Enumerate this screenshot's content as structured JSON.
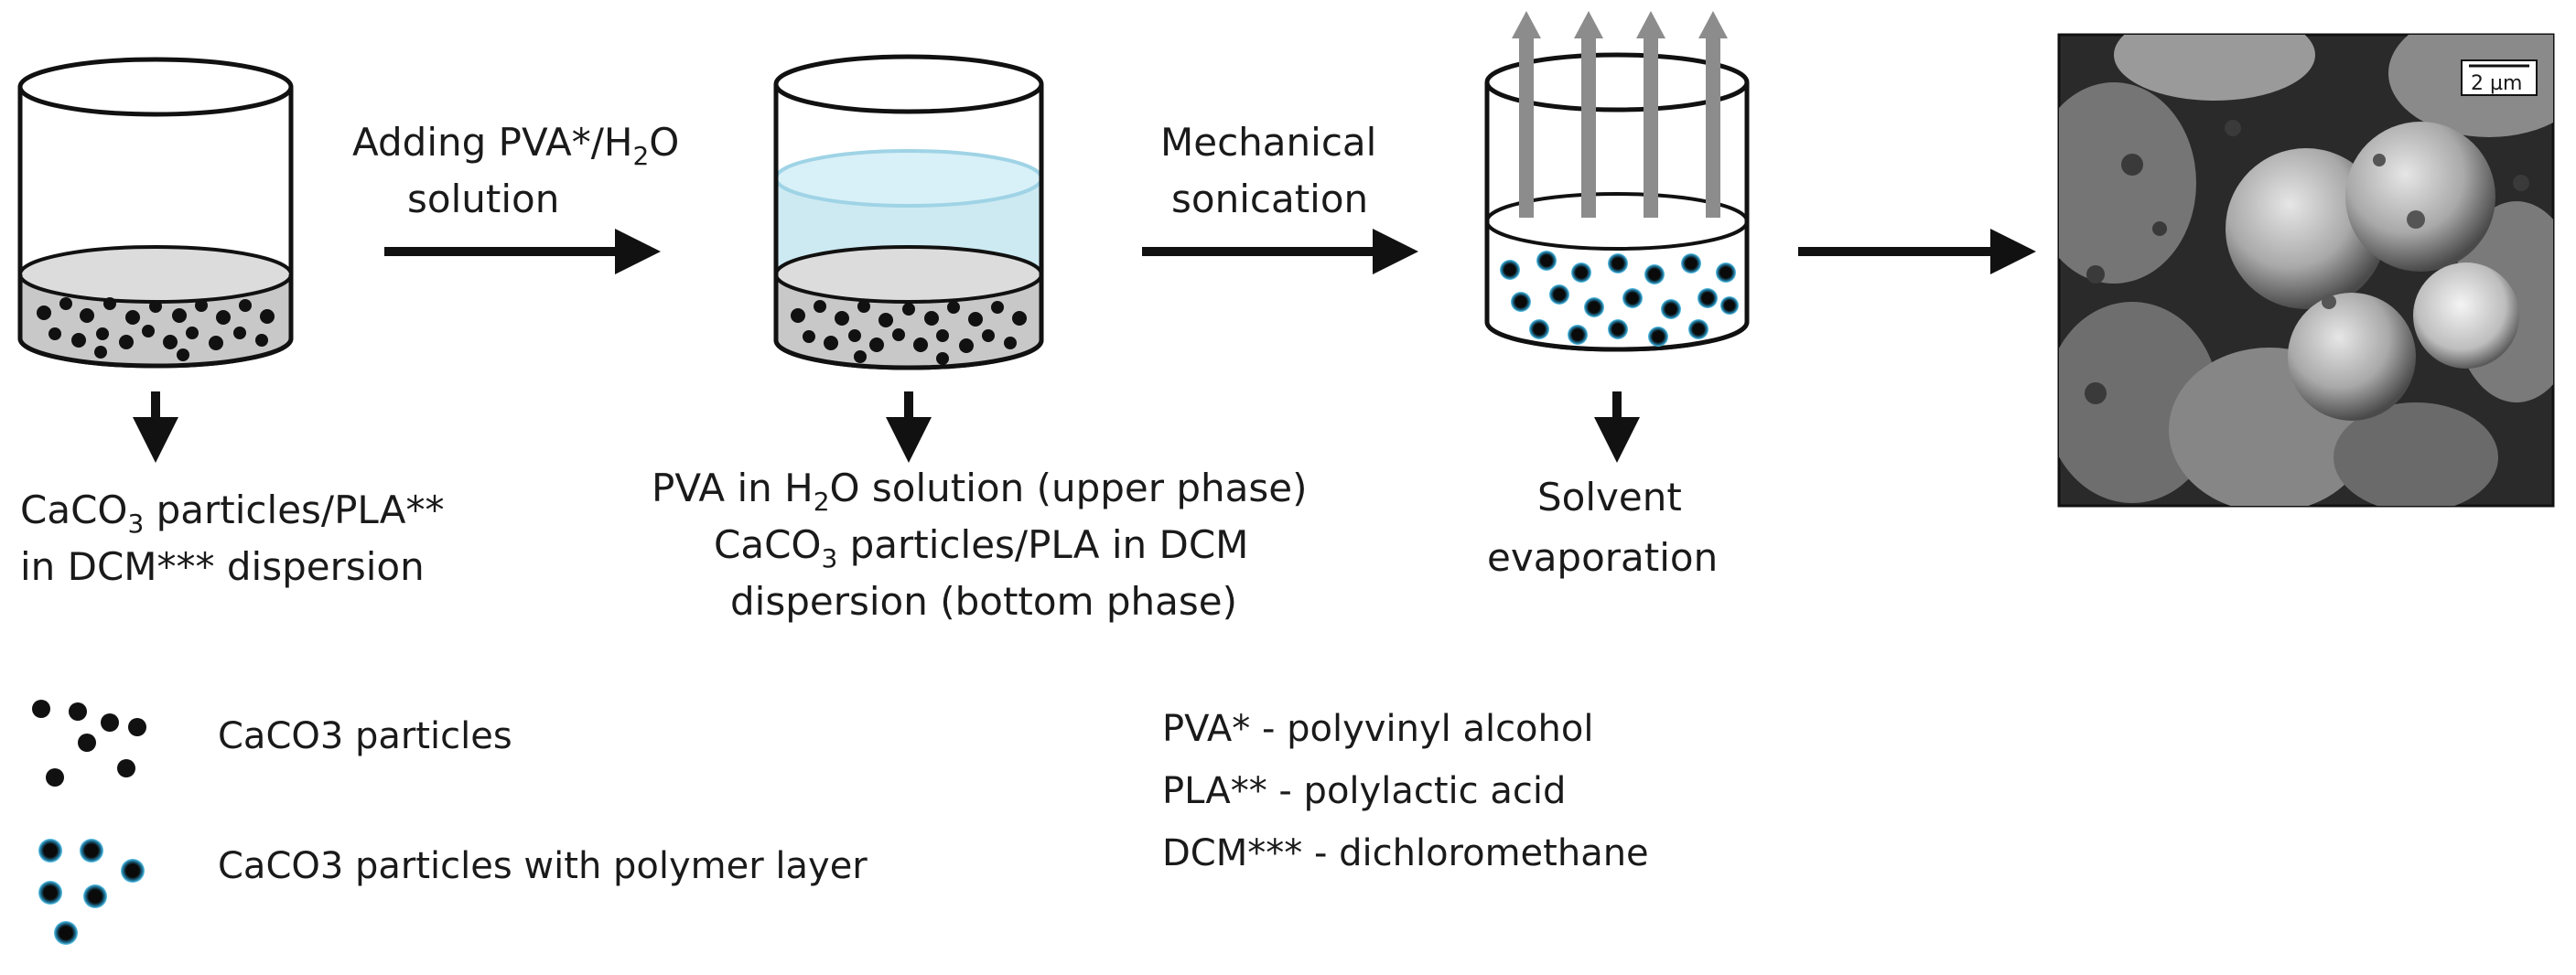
{
  "steps": {
    "step1": {
      "label_line1_pre": "CaCO",
      "label_line1_sub": "3",
      "label_line1_post": " particles/PLA**",
      "label_line2": "in DCM*** dispersion"
    },
    "arrow1": {
      "line1_pre": "Adding PVA*/H",
      "line1_sub": "2",
      "line1_post": "O",
      "line2": "solution"
    },
    "step2": {
      "line1_pre": "PVA in H",
      "line1_sub": "2",
      "line1_post": "O solution (upper phase)",
      "line2_pre": "CaCO",
      "line2_sub": "3",
      "line2_post": " particles/PLA in DCM",
      "line3": "dispersion (bottom phase)"
    },
    "arrow2": {
      "line1": "Mechanical",
      "line2": "sonication"
    },
    "step3": {
      "line1": "Solvent",
      "line2": "evaporation"
    },
    "sem_image": {
      "scale_bar": "2 µm"
    }
  },
  "legend": {
    "particles": "CaCO3 particles",
    "coated_particles": "CaCO3 particles with polymer layer"
  },
  "abbreviations": [
    "PVA* - polyvinyl alcohol",
    "PLA** - polylactic acid",
    "DCM*** - dichloromethane"
  ],
  "colors": {
    "particle": "#111111",
    "coating": "#3fb8e0",
    "sediment": "#c8c8c8",
    "water_phase": "#cdeaf2",
    "vapor_arrow": "#8c8c8c"
  }
}
